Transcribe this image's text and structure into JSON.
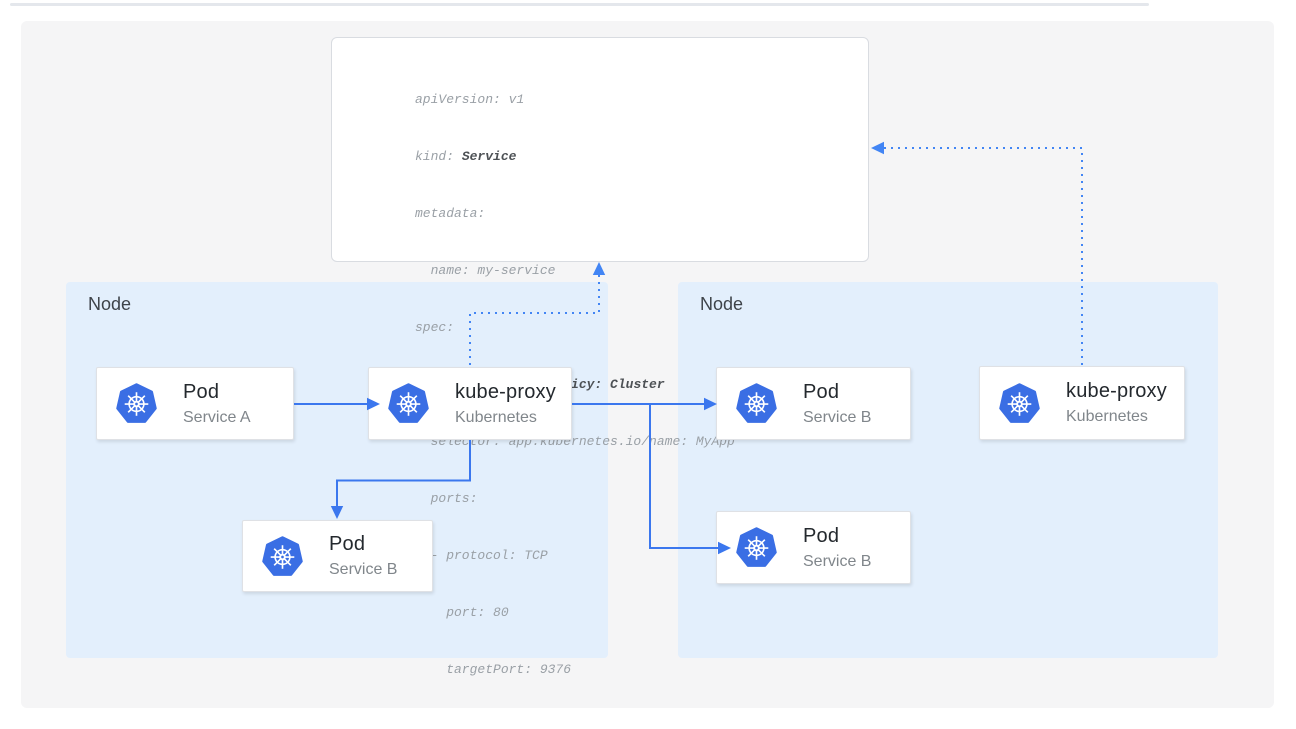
{
  "colors": {
    "accent": "#3B77EE",
    "accent_dotted": "#4285F4",
    "icon_blue": "#3A6EE4",
    "node_bg": "#E3EFFC",
    "panel_bg": "#F5F5F6"
  },
  "yaml_card": {
    "lines": [
      {
        "text": "apiVersion: v1"
      },
      {
        "pre": "kind: ",
        "bold": "Service"
      },
      {
        "text": "metadata:"
      },
      {
        "text": "  name: my-service"
      },
      {
        "text": "spec:"
      },
      {
        "pre": "  ",
        "bold": "internalTrafficPolicy: Cluster"
      },
      {
        "text": "  selector: app.kubernetes.io/name: MyApp"
      },
      {
        "text": "  ports:"
      },
      {
        "text": "  - protocol: TCP"
      },
      {
        "text": "    port: 80"
      },
      {
        "text": "    targetPort: 9376"
      }
    ]
  },
  "nodes": {
    "left_label": "Node",
    "right_label": "Node"
  },
  "boxes": {
    "pod_a": {
      "title": "Pod",
      "subtitle": "Service A"
    },
    "kube_proxy_left": {
      "title": "kube-proxy",
      "subtitle": "Kubernetes"
    },
    "pod_b_left": {
      "title": "Pod",
      "subtitle": "Service B"
    },
    "pod_b_right_1": {
      "title": "Pod",
      "subtitle": "Service B"
    },
    "pod_b_right_2": {
      "title": "Pod",
      "subtitle": "Service B"
    },
    "kube_proxy_right": {
      "title": "kube-proxy",
      "subtitle": "Kubernetes"
    }
  },
  "icons": {
    "box_icon": "kubernetes-wheel-icon"
  }
}
